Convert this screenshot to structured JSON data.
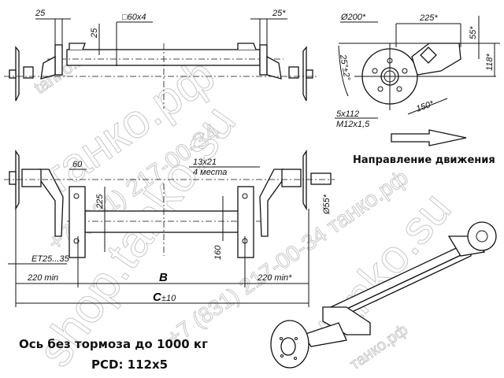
{
  "top_view": {
    "dim_left_25": "25",
    "dim_right_25": "25*",
    "dim_vertical_25": "25",
    "profile": "□60x4"
  },
  "front_view": {
    "dim_60": "60",
    "dim_225": "225",
    "dim_160": "160",
    "holes_line1": "13x21",
    "holes_line2": "4 места",
    "et": "ET25...35",
    "left_min": "220 min",
    "right_min": "220 min*",
    "b_label": "B",
    "c_label": "C",
    "c_tol": "±10",
    "shaft_diam": "Ø55*"
  },
  "side_view": {
    "disc_diam": "Ø200*",
    "dim_225": "225*",
    "dim_55": "55*",
    "dim_118": "118*",
    "angle": "25°±2°",
    "dim_150": "150*",
    "bolt_line1": "5x112",
    "bolt_line2": "M12x1,5"
  },
  "direction_label": "Направление движения",
  "caption": {
    "line1": "Ось без тормоза до 1000 кг",
    "line2": "PCD: 112x5"
  },
  "watermarks": [
    "tanko.su",
    "танко.рф",
    "+7 (831) 217-00-34",
    "shop.tanko.su",
    "tanko.su",
    "+7 (831) 217-00-34 танко.рф",
    "танко.рф"
  ]
}
